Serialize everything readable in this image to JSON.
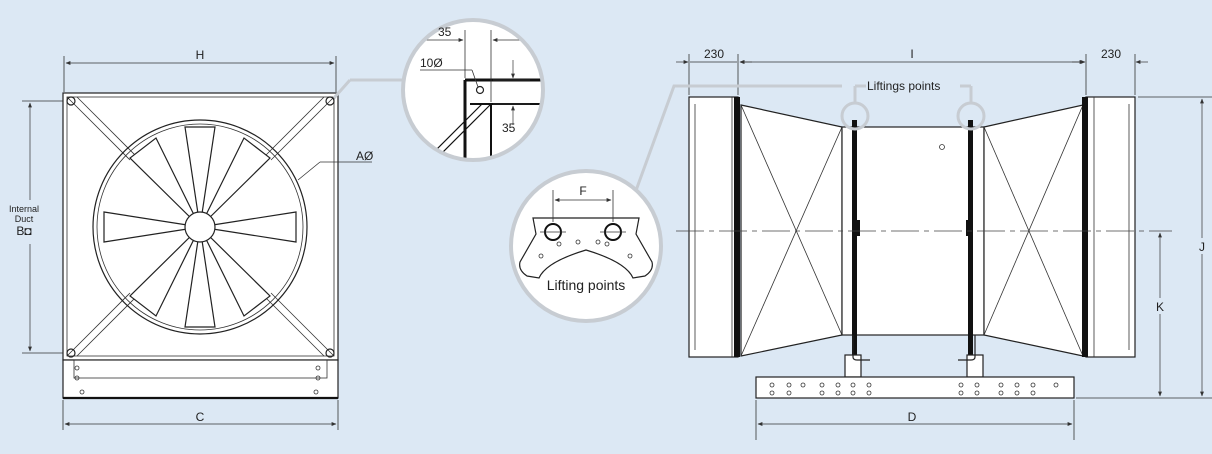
{
  "front_view": {
    "width_label": "H",
    "base_width_label": "C",
    "diameter_label": "AØ",
    "duct_label_line1": "Internal",
    "duct_label_line2": "Duct",
    "duct_label_line3": "B◘"
  },
  "corner_detail": {
    "offset_x_label": "35",
    "hole_label": "10Ø",
    "offset_y_label": "35"
  },
  "side_view": {
    "left_flange_label": "230",
    "length_label": "I",
    "right_flange_label": "230",
    "lifting_points_label": "Liftings points",
    "height_label": "J",
    "center_height_label": "K",
    "base_length_label": "D"
  },
  "lifting_detail": {
    "spacing_label": "F",
    "caption": "Lifting points"
  },
  "colors": {
    "background": "#dce8f4",
    "line": "#222222",
    "callout": "#c7ccd2"
  }
}
